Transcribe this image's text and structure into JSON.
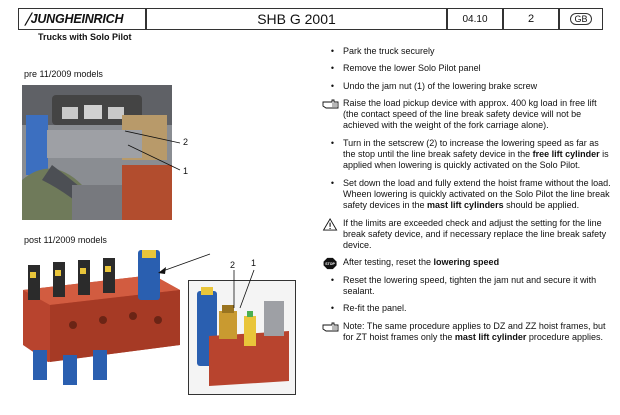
{
  "header": {
    "logo": "JUNGHEINRICH",
    "title": "SHB G 2001",
    "version": "04.10",
    "page": "2",
    "lang": "GB"
  },
  "section_title": "Trucks with Solo Pilot",
  "images": {
    "pre_caption": "pre 11/2009 models",
    "post_caption": "post 11/2009 models",
    "callout_1": "1",
    "callout_2": "2"
  },
  "steps": {
    "park": "Park the truck securely",
    "remove": "Remove the lower Solo Pilot panel",
    "undo": "Undo the jam nut (1) of the lowering brake screw",
    "raise": "Raise the load pickup device with approx. 400 kg load in free lift (the contact speed of the line break safety device will not be achieved with the weight of the fork carriage alone).",
    "turn_a": "Turn in the setscrew (2) to increase the lowering speed as far as the stop until the line break safety device in the ",
    "turn_b": "free lift cylinder",
    "turn_c": " is applied when lowering is quickly activated on the Solo Pilot.",
    "setdown_a": "Set down the load and fully extend the hoist frame without the load. Wheen lowering is quickly activated on the Solo Pilot the line break safety devices in the ",
    "setdown_b": "mast lift cylinders",
    "setdown_c": " should be applied.",
    "limits": "If the limits are exceeded check and adjust the setting for the line break safety device, and if necessary replace the line break safety device.",
    "after_a": "After testing, reset the ",
    "after_b": "lowering speed",
    "reset": "Reset the lowering speed, tighten the jam nut and secure it with sealant.",
    "refit": "Re-fit the panel.",
    "note_a": "Note: The same procedure applies to DZ and ZZ hoist frames, but for ZT hoist frames only the ",
    "note_b": "mast lift cylinder",
    "note_c": " procedure applies."
  },
  "bullet_char": "•",
  "icons": {
    "hand": "hand-pointer-icon",
    "warning": "warning-triangle-icon",
    "stop": "stop-icon",
    "stop_text": "STOP"
  },
  "colors": {
    "blue_component": "#2a5fb0",
    "red_block": "#b8442e",
    "yellow": "#e9c53a"
  }
}
